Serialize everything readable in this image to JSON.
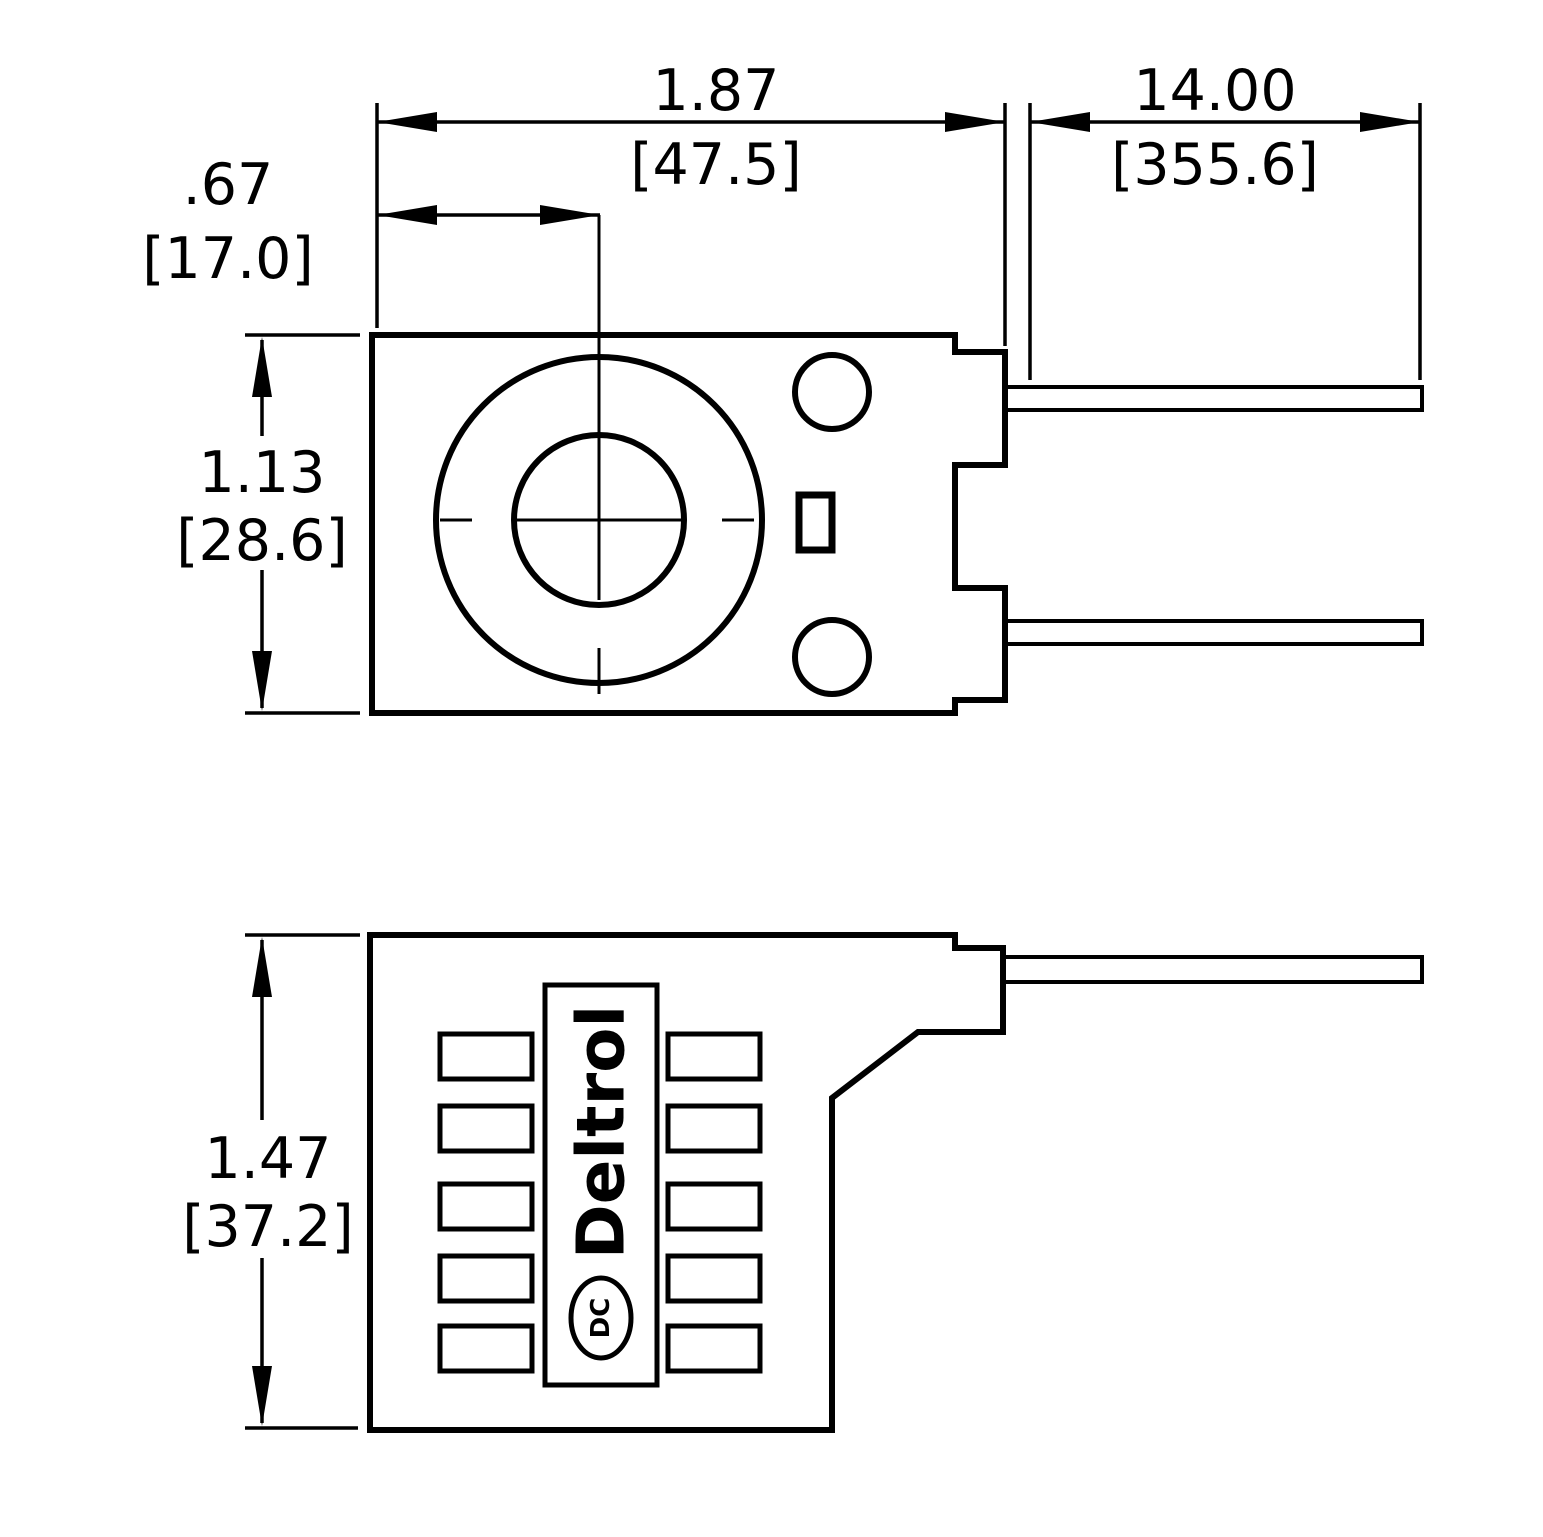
{
  "drawing": {
    "brand_label": "Deltrol",
    "logo_text": "DC",
    "dims": {
      "coil_width_in": "1.87",
      "coil_width_mm": "[47.5]",
      "lead_length_in": "14.00",
      "lead_length_mm": "[355.6]",
      "center_offset_in": ".67",
      "center_offset_mm": "[17.0]",
      "coil_height_in": "1.13",
      "coil_height_mm": "[28.6]",
      "coil_depth_in": "1.47",
      "coil_depth_mm": "[37.2]"
    },
    "colors": {
      "line": "#000000",
      "background": "#ffffff"
    }
  }
}
